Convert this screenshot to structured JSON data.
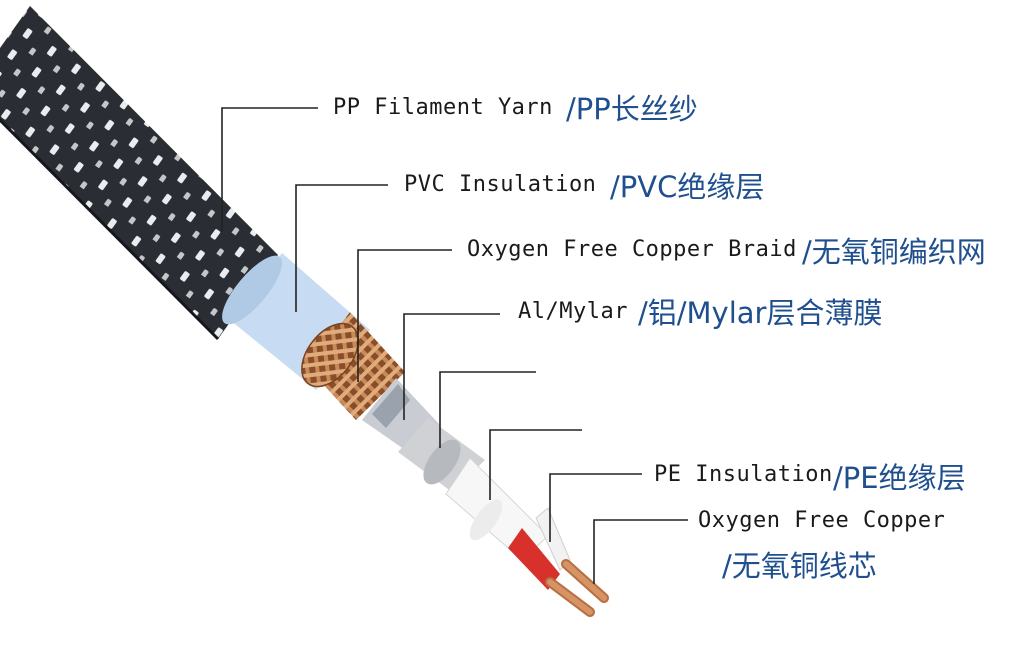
{
  "colors": {
    "english_text": "#1a1a1a",
    "chinese_text": "#1f4f8f",
    "leader_line": "#222222",
    "yarn_dark": "#2a2d33",
    "yarn_light": "#e9edf2",
    "pvc_insulation": "#c7dcf2",
    "copper_braid": "#c98a5a",
    "mylar": "#c9ccd2",
    "inner_jacket": "#cfd1d4",
    "pe_insulation": "#f7f7f7",
    "pe_red": "#d8302a",
    "copper_core": "#d69466"
  },
  "layers": [
    {
      "id": "pp-yarn",
      "en": "PP Filament Yarn ",
      "zh": "/PP长丝纱"
    },
    {
      "id": "pvc",
      "en": "PVC Insulation ",
      "zh": "/PVC绝缘层"
    },
    {
      "id": "braid",
      "en": "Oxygen Free Copper Braid",
      "zh": "/无氧铜编织网"
    },
    {
      "id": "mylar",
      "en": "Al/Mylar ",
      "zh": "/铝/Mylar层合薄膜"
    },
    {
      "id": "pe",
      "en": "PE Insulation",
      "zh": "/PE绝缘层"
    },
    {
      "id": "copper",
      "en": "Oxygen Free Copper",
      "zh": "/无氧铜线芯"
    }
  ]
}
